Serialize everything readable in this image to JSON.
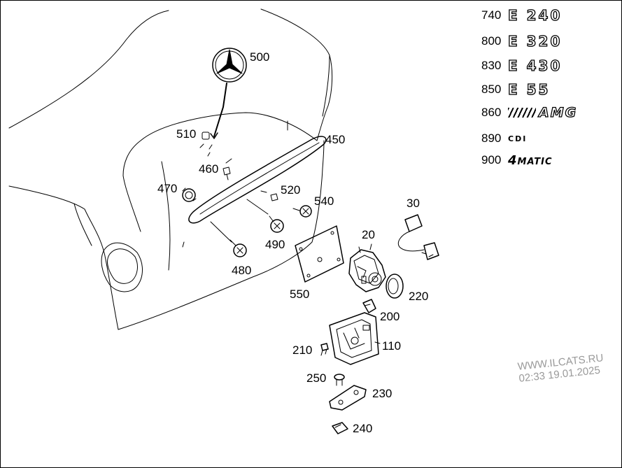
{
  "callouts": {
    "c500": "500",
    "c510": "510",
    "c450": "450",
    "c460": "460",
    "c470": "470",
    "c520": "520",
    "c540": "540",
    "c490": "490",
    "c480": "480",
    "c30": "30",
    "c20": "20",
    "c550": "550",
    "c220": "220",
    "c200": "200",
    "c210": "210",
    "c110": "110",
    "c250": "250",
    "c230": "230",
    "c240": "240"
  },
  "badges": [
    {
      "num": "740",
      "text": "E 240"
    },
    {
      "num": "800",
      "text": "E 320"
    },
    {
      "num": "830",
      "text": "E 430"
    },
    {
      "num": "850",
      "text": "E 55"
    },
    {
      "num": "860",
      "text": "AMG"
    },
    {
      "num": "890",
      "text": "CDI"
    },
    {
      "num": "900",
      "four": "4",
      "text": "MATIC"
    }
  ],
  "watermark": {
    "line1": "WWW.ILCATS.RU",
    "line2": "02:33 19.01.2025"
  }
}
